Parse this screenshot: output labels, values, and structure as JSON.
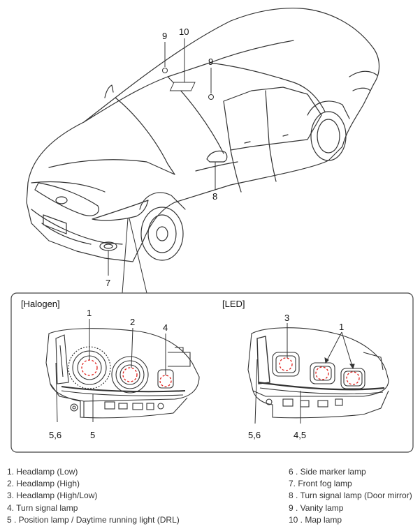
{
  "car_callouts": {
    "c9a": "9",
    "c10": "10",
    "c9b": "9",
    "c8": "8",
    "c7": "7"
  },
  "detail_panel": {
    "halogen_title": "[Halogen]",
    "led_title": "[LED]",
    "halogen_callouts": {
      "c1": "1",
      "c2": "2",
      "c4": "4",
      "c56": "5,6",
      "c5": "5"
    },
    "led_callouts": {
      "c3": "3",
      "c1": "1",
      "c56": "5,6",
      "c45": "4,5"
    }
  },
  "legend": {
    "left": [
      "1. Headlamp (Low)",
      "2. Headlamp (High)",
      "3. Headlamp (High/Low)",
      "4. Turn signal lamp",
      "5 . Position lamp / Daytime running light (DRL)"
    ],
    "right": [
      "6 . Side marker lamp",
      "7. Front fog lamp",
      "8 . Turn signal lamp (Door mirror)",
      "9 . Vanity lamp",
      "10 . Map lamp"
    ]
  },
  "colors": {
    "line": "#333333",
    "accent_dashed": "#e0201c",
    "panel_border": "#444444"
  }
}
